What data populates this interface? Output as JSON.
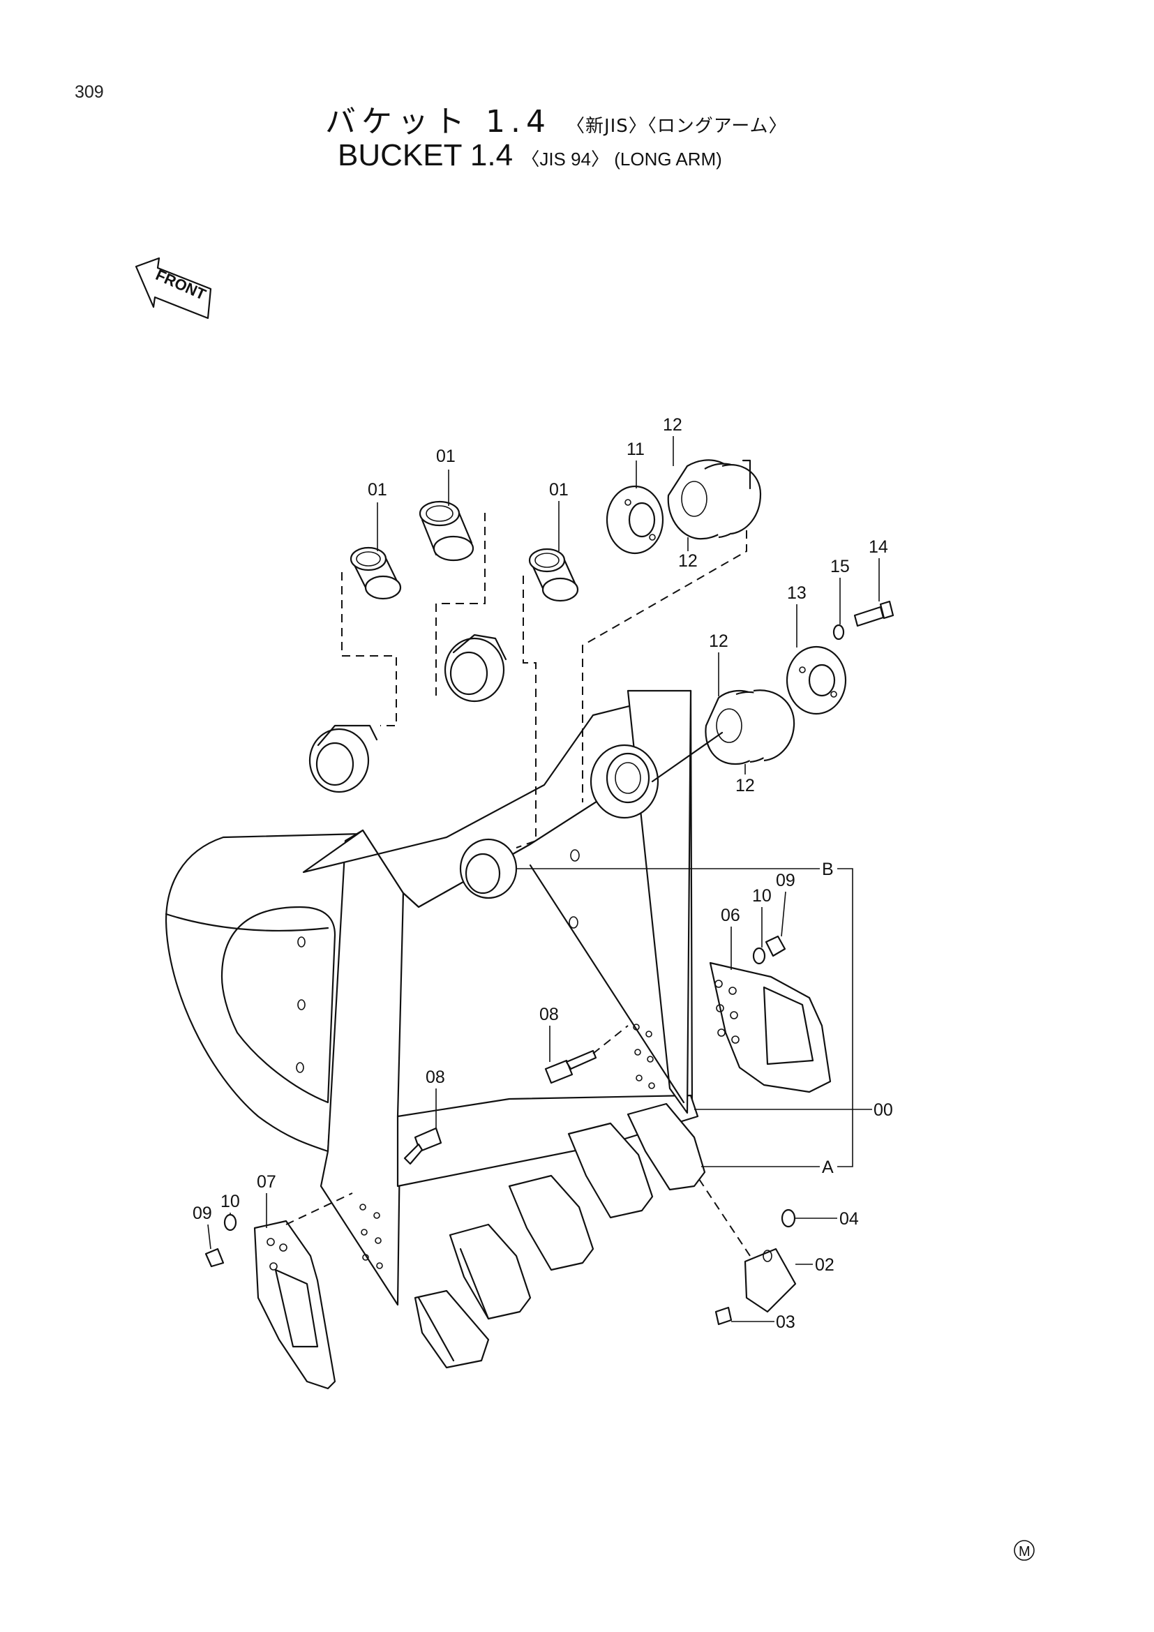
{
  "page_number": "309",
  "title": {
    "jp_main": "バケット 1.4",
    "jp_sub": "〈新JIS〉〈ロングアーム〉",
    "en_main": "BUCKET 1.4",
    "en_sub": "〈JIS 94〉 (LONG ARM)"
  },
  "front_indicator": "FRONT",
  "mark": "M",
  "callouts": {
    "bushing_left": "01",
    "bushing_top": "01",
    "bushing_right": "01",
    "shim_stack_top_upper": "12",
    "shim_stack_top_lower": "12",
    "plate_top": "11",
    "shim_stack_mid_upper": "12",
    "shim_stack_mid_lower": "12",
    "plate_mid": "13",
    "bolt_side": "14",
    "washer_side": "15",
    "ref_b": "B",
    "ref_a": "A",
    "assembly": "00",
    "side_cutter_right": "06",
    "washer_right": "10",
    "nut_right": "09",
    "bolt_center": "08",
    "bolt_left": "08",
    "side_cutter_left": "07",
    "washer_left": "10",
    "nut_left": "09",
    "lock_pin": "04",
    "tooth_point": "02",
    "pin_lower": "03"
  }
}
